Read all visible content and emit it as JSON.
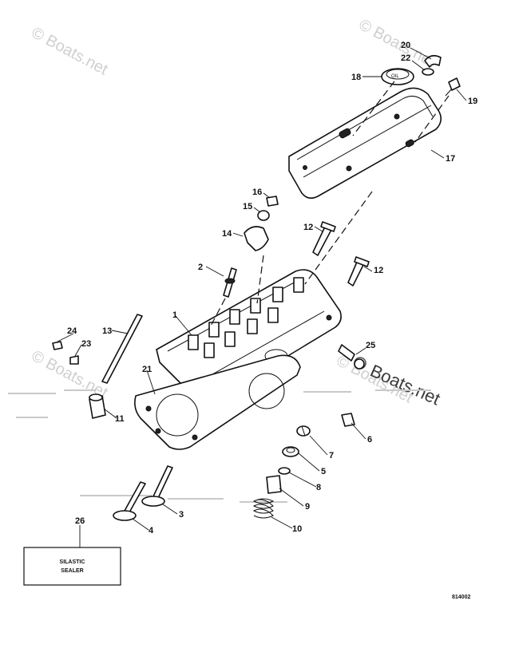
{
  "diagram": {
    "watermarks": [
      "© Boats.net",
      "© Boats.net",
      "© Boats.net",
      "© Boats.net"
    ],
    "brand_watermark": "Boats.net",
    "figure_code": "814002",
    "sealer_box": {
      "line1": "SILASTIC",
      "line2": "SEALER"
    },
    "callouts": [
      "20",
      "22",
      "18",
      "19",
      "17",
      "16",
      "15",
      "14",
      "12",
      "12",
      "2",
      "1",
      "24",
      "13",
      "23",
      "25",
      "21",
      "11",
      "6",
      "7",
      "5",
      "8",
      "9",
      "10",
      "3",
      "4",
      "26"
    ]
  }
}
